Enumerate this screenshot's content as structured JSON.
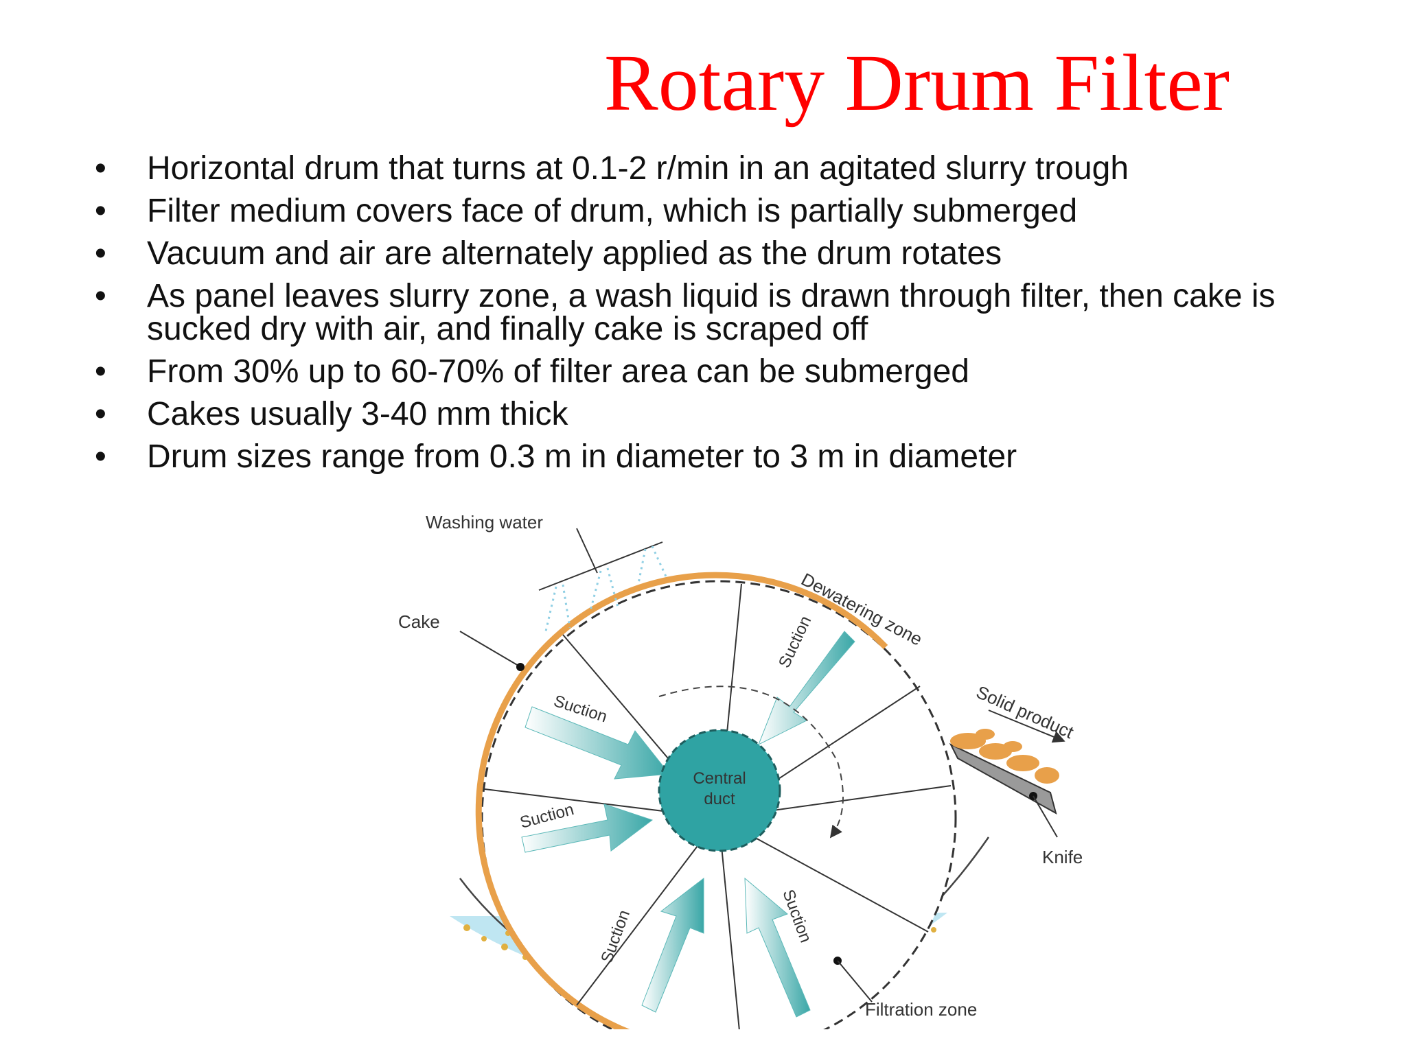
{
  "title": "Rotary Drum Filter",
  "bullet_glyph": "•",
  "bullets": [
    "Horizontal drum that turns at 0.1-2 r/min in an agitated slurry trough",
    "Filter medium covers face of drum, which is partially submerged",
    "Vacuum and air are alternately applied as the drum rotates",
    "As panel leaves slurry zone, a wash liquid is drawn through filter, then cake is sucked dry with air, and finally cake is scraped off",
    "From 30% up to 60-70% of filter area can be submerged",
    "Cakes usually 3-40 mm thick",
    "Drum sizes range from 0.3 m in diameter to 3 m in diameter"
  ],
  "diagram": {
    "labels": {
      "washing_water": "Washing water",
      "cake": "Cake",
      "dewatering_zone": "Dewatering zone",
      "solid_product": "Solid product",
      "knife": "Knife",
      "filtration_zone": "Filtration zone",
      "central_duct_line1": "Central",
      "central_duct_line2": "duct",
      "suction": "Suction"
    },
    "colors": {
      "title": "#ff0000",
      "cake": "#e8a04a",
      "duct": "#2fa3a3",
      "arrow": "#3aa7a7",
      "liquid": "#bfe6f2",
      "particles": "#e0b040"
    }
  }
}
